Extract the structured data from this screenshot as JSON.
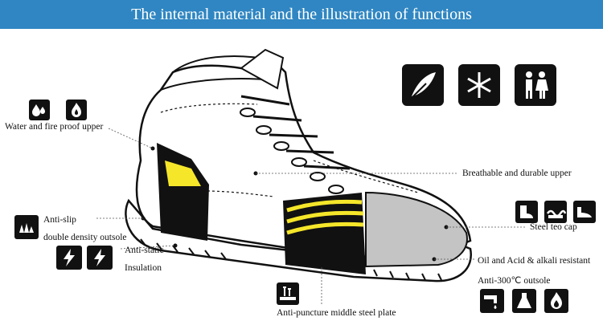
{
  "header": {
    "title": "The internal material and the illustration of functions"
  },
  "labels": {
    "water_fire": "Water and fire proof upper",
    "breathable": "Breathable and durable upper",
    "anti_slip": "Anti-slip",
    "outsole": "double density outsole",
    "steel_cap": "Steel teo cap",
    "anti_static": "Anti-static",
    "insulation": "Insulation",
    "oil_acid": "Oil and Acid & alkali resistant",
    "anti_300": "Anti-300℃ outsole",
    "anti_puncture": "Anti-puncture middle steel plate"
  },
  "icons": {
    "top_right": [
      "feather-icon",
      "snowflake-icon",
      "men-women-icon"
    ],
    "water_fire": [
      "water-drop-icon",
      "fire-icon"
    ],
    "anti_slip": [
      "anti-slip-icon"
    ],
    "anti_static": [
      "lightning-icon",
      "lightning-icon"
    ],
    "steel_cap": [
      "boot-steel-cap-icon",
      "waves-icon",
      "flat-shoe-icon"
    ],
    "resistant": [
      "oil-faucet-icon",
      "acid-flask-icon",
      "flame-icon"
    ],
    "puncture": [
      "nail-board-icon"
    ]
  },
  "colors": {
    "banner": "#2f86c2",
    "icon_bg": "#111111",
    "insole_accent": "#f5e62a"
  }
}
